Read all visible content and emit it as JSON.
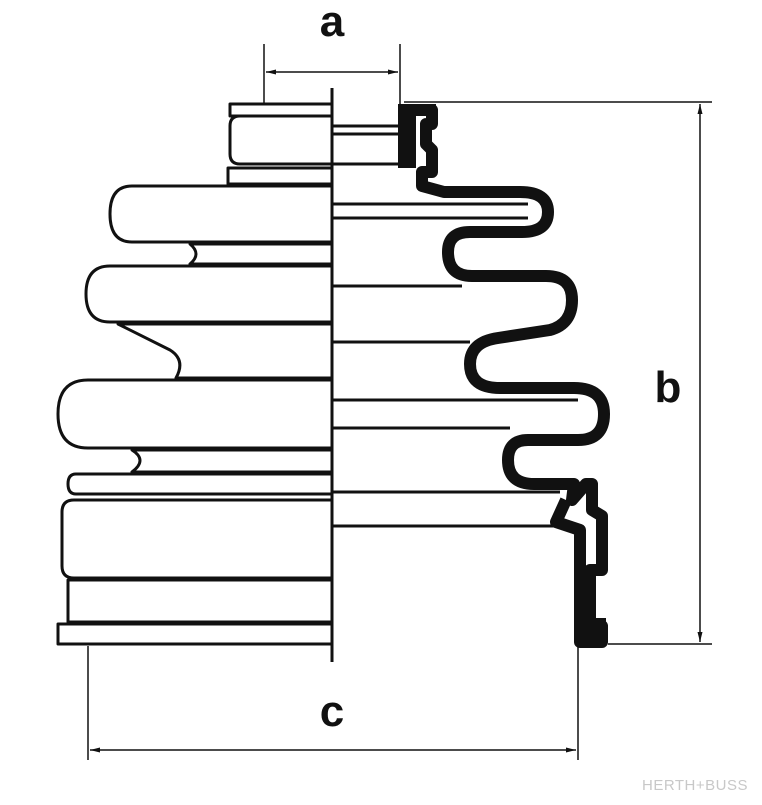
{
  "diagram": {
    "labels": {
      "a": "a",
      "b": "b",
      "c": "c"
    },
    "watermark": "HERTH+BUSS",
    "colors": {
      "ink": "#111111",
      "background": "#ffffff",
      "watermark": "#c8c8c8"
    }
  }
}
